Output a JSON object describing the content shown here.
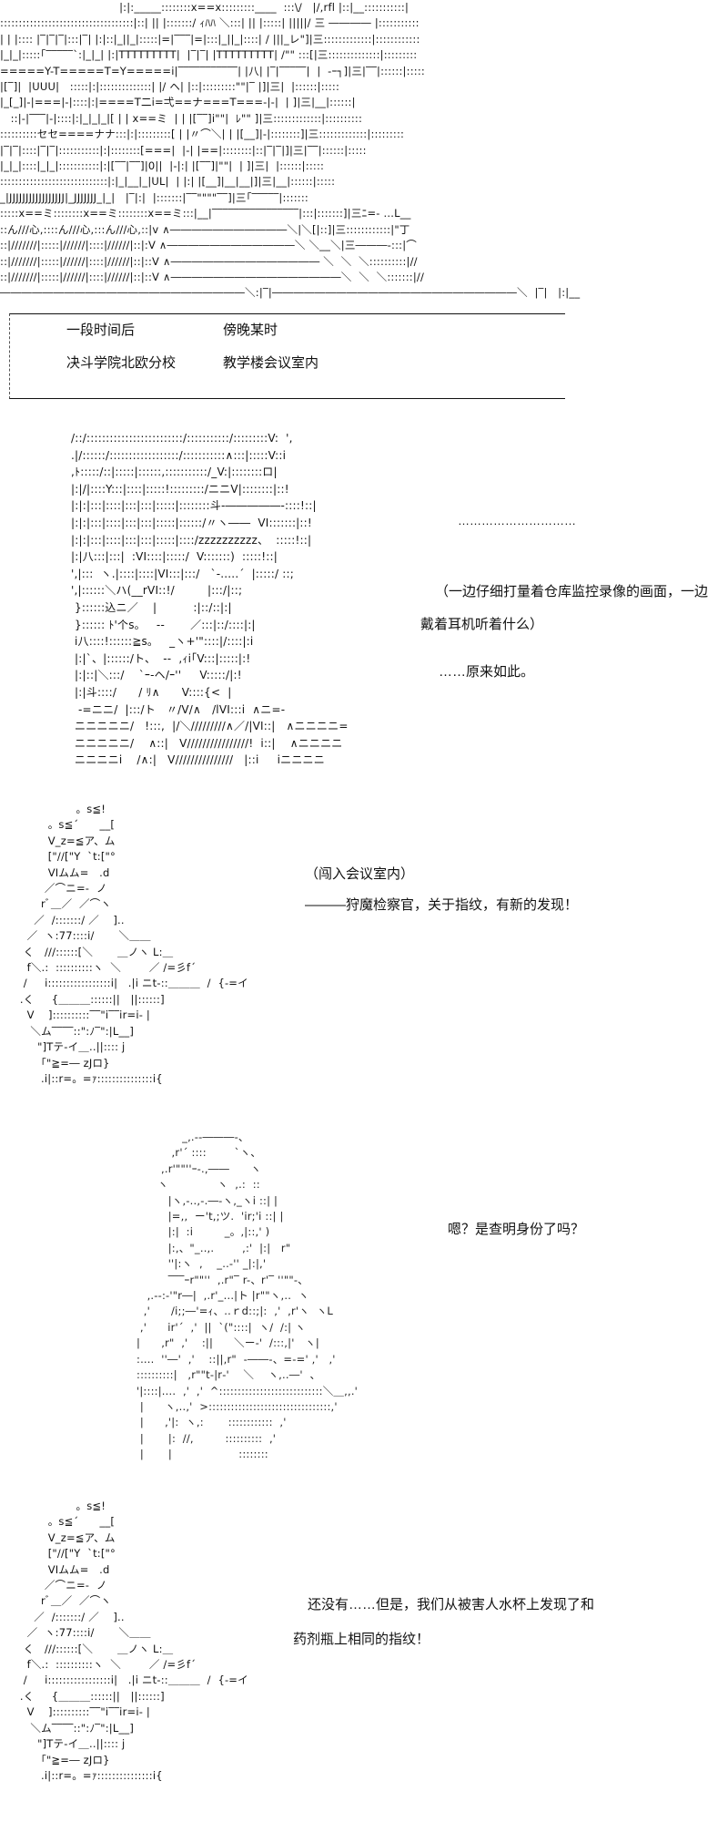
{
  "scene_box": {
    "time_label": "一段时间后",
    "time_value": "傍晚某时",
    "place_label": "决斗学院北欧分校",
    "place_value": "教学楼会议室内"
  },
  "panel_2": {
    "ellipsis": "…………………………",
    "action_line1": "（一边仔细打量着仓库监控录像的画面，一边",
    "action_line2": "戴着耳机听着什么）",
    "speech": "……原来如此。"
  },
  "panel_3": {
    "action": "（闯入会议室内）",
    "speech": "———狩魔检察官，关于指纹，有新的发现！"
  },
  "panel_4": {
    "speech": "嗯？是查明身份了吗？"
  },
  "panel_5": {
    "speech_line1": "还没有……但是，我们从被害人水杯上发现了和",
    "speech_line2": "药剂瓶上相同的指纹！"
  },
  "art": {
    "building": "                                  |:|:_____::::::::x==x:::::::::____  :::\\/   |/,rfl |::|__:::::::::::|\n::::::::::::::::::::::::::::::::::::|::| || |:::::::/ ｨﾊﾊ ＼:::| || |:::::| |||||/ 三 ―――― |:::::::::::\n| | |:::: |‾|‾|‾|:::|‾| |:|::|_||_|:::::|=|‾‾‾|=|:::|_||_|::::| / |||_レ\"]|三:::::::::::::|::::::::::::\n|_|_|:::::｢‾‾‾‾‾`:|_|_| |:|TTTTTTTTT|  |‾|‾| |TTTTTTTTT| /\"\" :::[|三::::::::::::::|:::::::::\n=====Y-T=====T=Y=====i|‾‾‾‾‾‾‾‾‾‾‾| |八| |‾|‾‾‾‾‾|  |  -ｰ┐]|三|‾‾|::::::|:::::\n|[‾]|  |UUU|   :::::|:|::::::::::::::| |/ ヘ| |::|:::::::::\"\"|‾ |]|三|  |::::::|:::::\n|_[_]|-|===|-|::::|:|====T二i=弌==ナ===T===-|-|  | ]|三|__|::::::|\n   ::|-|‾‾‾|-|::::|:|_|_|_|[ | | x==ミ  | | |[‾‾]i\"\"|  ﾚ\"\" ]|三:::::::::::::|::::::::::\n::::::::::セセ====ナナ:::|:|:::::::::[ | |〃⌒＼| | |[__]|-|::::::::]|三:::::::::::::|:::::::::\n|‾|‾|::::|‾|‾|:::::::::::|:|::::::::[===|  |-| |==|::::::::|::|‾|‾|]|三|‾‾|::::::|:::::\n|_|_|::::|_|_|:::::::::::|:|[‾‾|‾‾]|0||  |-|:| |[‾‾]|\"\"|  | ]|三|  |::::::|:::::\n:::::::::::::::::::::::::::::|:|_|__|_|UL|  | |:| |[__]|__|__|]|三|__|::::::|:::::\n_|JJJJJJJJJJJJJJJJJ|_JJJJJJJ_|_|   |‾|:|  |:::::::|‾‾\"\"\"\"‾‾]|三｢‾‾‾‾‾|:::::::\n:::::x==ミ::::::::x==ミ::::::::x==ミ:::|__|‾‾‾‾‾‾‾‾‾‾‾‾‾‾‾‾|:::|:::::::]|三ﾆ=- ...L__\n::ん///心,::::ん///心,:::ん///心,::|v ∧―――――――――――＼|＼[|::]|三::::::::::::|\"丁\n::|///////|:::::|//////|::::|//////|::|:V ∧――――――――――――＼ ＼__＼|三―――-:::|⌒\n::|///////|:::::|//////|::::|//////|::|::V ∧―――――――――――――― ＼  ＼  ＼::::::::::|//\n::|///////|:::::|//////|::::|//////|::|::V ∧――――――――――――――――＼  ＼  ＼:::::::|//\n―――――――――――――――――――――――＼:|‾|―――――――――――――――――――――――＼  |‾|   |:|__",
    "detective": "/::/:::::::::::::::::::::::::/:::::::::::/:::::::::V:  ',\n.|/::::::/::::::::::::::::::/:::::::::::∧:::|:::::V::i\n,ﾄ:::::/::|:::::|::::::,:::::::::::/_V:|::::::::ロ|\n|:|/|::::Y:::|::::|:::::!:::::::::/ニニV|::::::::|::!\n|:|:|:::|::::|:::|:::|:::::|::::::::斗‐―――――-::::!::|\n|:|:|:::|::::|:::|:::|:::::|::::::/〃ヽ――  VI:::::::|::!\n|:|:|:::|::::|:::|:::|:::::|::::/zzzzzzzzzz、  :::::!::|\n|:|八:::|:::|  :VI::::|:::::/  V:::::::)  :::::!::|\n',|:::  ヽ.|::::|::::|VI:::|:::/   `-.....´  |:::::/ ::;\n',|::::::＼ハ(__rVI::!/         |:::/|::;\n }::::::込ニ／    |          :|::/::|:|\n }:::::: ﾄ'个s。   --       ／:::|::/::::|:|\n i八::::!::::::≧s。   _ヽ+'\"::::|/::::|:i\n |:|`、|::::::/ト、  --  ,ｨi｢V:::|:::::|:!\n |:|::|＼:::/    `ｰ-ヘ/ｰ''     V:::::/|:!\n |:|斗::::/      / ﾘ∧      V::::{<  |\n  -=ニニ/  |:::/ト   〃/V/∧   /lVI:::i  ∧ニ=-\n ニニニニニ/   !:::,  |/＼/////////∧／/|VI::|   ∧ニニニニ=\n ニニニニニ/    ∧::|   V////////////////!  i::|    ∧ニニニニ\n ニニニニi    /∧:|   V///////////////   |::i     iニニニニ",
    "inspector": "                 。s≦!\n         。s≦´      __[\n         V_z=≦ア、ム\n         [\"//[\"Y  `t:[\"°\n         VIムム=   .d\n        ／⌒ニ=-  ノ\n       rﾞ＿／  ／⌒ヽ\n     ／  /:::::::/ ／    ]..\n   ／  ヽ:77::::i/       ＼＿＿\n  く   ///::::::[＼       ＿ノヽ L:＿\n   f＼.:  ::::::::::ヽ  ＼        ／ /=彡f´\n  /     i:::::::::::::::::i|   .|i ニt-::＿＿＿  /  {-=イ\n .く     {＿＿＿::::::||   ||::::::]\n   V    ]::::::::::‾‾\"i‾‾ir=i- |\n    ＼ム‾‾‾‾::\":ﾉ‾\":|L__]\n      \"]Tテ‐イ＿..||:::: j\n       ｢\"≧=― zJロ}\n       .i|::r=。=ｧ:::::::::::::::i{",
    "prosecutor": "             _,.-‐―――-、\n          ,r'´ ::::        `ヽ、\n       ,.r'\"\"''ｰ-.,――      ヽ\n      ヽ              ヽ  ,.:  ::\n         |ヽ,-..,-.―-ヽ,_ヽi ::| |\n         |=,,  ー't,;ツ.  'ir;'i ::| |\n         |:|  :i         _。,|::,' )\n         |:,、\"_..,.        ,:'  |:|   r\"\n         ''|:ヽ  ,    _..-'' _|:|,'\n         ‾‾‾ｰr\"\"''  ,.r\"‾ r-、r'‾ ''\"\"-、\n   ,.--:‐'\"r―|  ,.r'_...|ト |r\"\"ヽ,..  ヽ\n  ,'      /i;;―'=ｨ、..ｒd::;|:  ,'  ,r'ヽ  ヽL\n ,'      ir'´  ,'  ||  `(\"::::|  ヽ/  /:| ヽ\n|      ,r\"  ,'    :||      ＼ー-'  /:::,|'   ヽ|\n:....  ''―'  ,'    ::||,r\"  ‐――-、=‐=' ,'   ,'\n::::::::::|   ,r\"\"t-|r‐'    ＼    ヽ,..―'  、\n'|::::|....  ,'  ,'  ^::::::::::::::::::::::::::::＼＿,,.'\n |      ヽ,..,'  >:::::::::::::::::::::::::::::::::,'\n |      ,'|:  ヽ,:       ::::::::::::  ,'\n |       |:  //,         ::::::::::  ,'\n |       |                   ::::::::"
  }
}
